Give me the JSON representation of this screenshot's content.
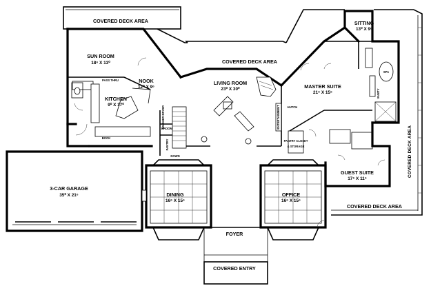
{
  "rooms": [
    {
      "key": "covered_deck_top_left",
      "name": "COVERED DECK AREA",
      "dims": ""
    },
    {
      "key": "sun_room",
      "name": "SUN ROOM",
      "dims": "18⁶ X 13⁰"
    },
    {
      "key": "nook",
      "name": "NOOK",
      "dims": "12⁰ X 9⁶"
    },
    {
      "key": "kitchen",
      "name": "KITCHEN",
      "dims": "9⁰ X 17⁰"
    },
    {
      "key": "covered_deck_top_center",
      "name": "COVERED DECK AREA",
      "dims": ""
    },
    {
      "key": "living_room",
      "name": "LIVING ROOM",
      "dims": "23⁰ X 30⁰"
    },
    {
      "key": "sitting",
      "name": "SITTING",
      "dims": "13⁰ X 9⁶"
    },
    {
      "key": "master_suite",
      "name": "MASTER SUITE",
      "dims": "21⁶ X 15⁶"
    },
    {
      "key": "guest_suite",
      "name": "GUEST SUITE",
      "dims": "17⁶ X 11⁶"
    },
    {
      "key": "covered_deck_right_bottom",
      "name": "COVERED DECK AREA",
      "dims": ""
    },
    {
      "key": "covered_deck_right_vertical",
      "name": "COVERED DECK AREA",
      "dims": ""
    },
    {
      "key": "garage",
      "name": "3-CAR GARAGE",
      "dims": "35⁰ X 21⁶"
    },
    {
      "key": "dining",
      "name": "DINING",
      "dims": "16⁶ X 15⁶"
    },
    {
      "key": "office",
      "name": "OFFICE",
      "dims": "16⁶ X 15⁶"
    },
    {
      "key": "foyer",
      "name": "FOYER",
      "dims": ""
    },
    {
      "key": "covered_entry",
      "name": "COVERED ENTRY",
      "dims": ""
    }
  ],
  "small_labels": {
    "pass_thru": "PASS THRU",
    "broom": "BROOM",
    "pantry": "PANTRY",
    "down": "DOWN",
    "book": "BOOK",
    "entertainment": "ENTERTAINMENT",
    "pantry_closet": "PANTRY CLOSET",
    "storage": "& STORAGE",
    "hutch": "HUTCH",
    "spa": "SPA",
    "vanity": "VANITY",
    "washer_dryer": "WASHER DRYER"
  }
}
